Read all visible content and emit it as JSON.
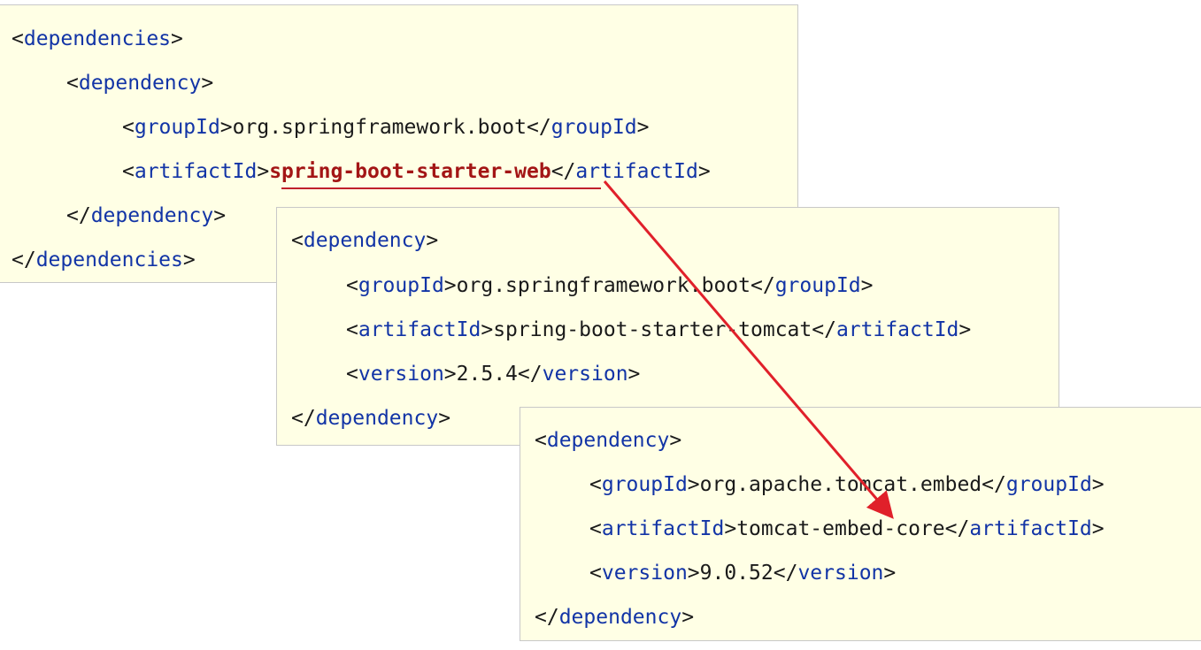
{
  "panel1": {
    "lines": [
      {
        "lt": "<",
        "tag": "dependencies",
        "gt": ">"
      },
      {
        "lt": "<",
        "tag": "dependency",
        "gt": ">"
      },
      {
        "lt": "<",
        "tag": "groupId",
        "gt": ">",
        "value": "org.springframework.boot",
        "clt": "</",
        "ctag": "groupId",
        "cgt": ">"
      },
      {
        "lt": "<",
        "tag": "artifactId",
        "gt": ">",
        "value": "spring-boot-starter-web",
        "clt": "</",
        "ctag": "artifactId",
        "cgt": ">"
      },
      {
        "lt": "</",
        "tag": "dependency",
        "gt": ">"
      },
      {
        "lt": "</",
        "tag": "dependencies",
        "gt": ">"
      }
    ]
  },
  "panel2": {
    "lines": [
      {
        "lt": "<",
        "tag": "dependency",
        "gt": ">"
      },
      {
        "lt": "<",
        "tag": "groupId",
        "gt": ">",
        "value": "org.springframework.boot",
        "clt": "</",
        "ctag": "groupId",
        "cgt": ">"
      },
      {
        "lt": "<",
        "tag": "artifactId",
        "gt": ">",
        "value": "spring-boot-starter-tomcat",
        "clt": "</",
        "ctag": "artifactId",
        "cgt": ">"
      },
      {
        "lt": "<",
        "tag": "version",
        "gt": ">",
        "value": "2.5.4",
        "clt": "</",
        "ctag": "version",
        "cgt": ">"
      },
      {
        "lt": "</",
        "tag": "dependency",
        "gt": ">"
      }
    ]
  },
  "panel3": {
    "lines": [
      {
        "lt": "<",
        "tag": "dependency",
        "gt": ">"
      },
      {
        "lt": "<",
        "tag": "groupId",
        "gt": ">",
        "value": "org.apache.tomcat.embed",
        "clt": "</",
        "ctag": "groupId",
        "cgt": ">"
      },
      {
        "lt": "<",
        "tag": "artifactId",
        "gt": ">",
        "value": "tomcat-embed-core",
        "clt": "</",
        "ctag": "artifactId",
        "cgt": ">"
      },
      {
        "lt": "<",
        "tag": "version",
        "gt": ">",
        "value": "9.0.52",
        "clt": "</",
        "ctag": "version",
        "cgt": ">"
      },
      {
        "lt": "</",
        "tag": "dependency",
        "gt": ">"
      }
    ]
  },
  "colors": {
    "tag": "#1234a6",
    "highlight": "#a31515",
    "arrow": "#e0202a",
    "panel_bg": "#ffffe5"
  }
}
